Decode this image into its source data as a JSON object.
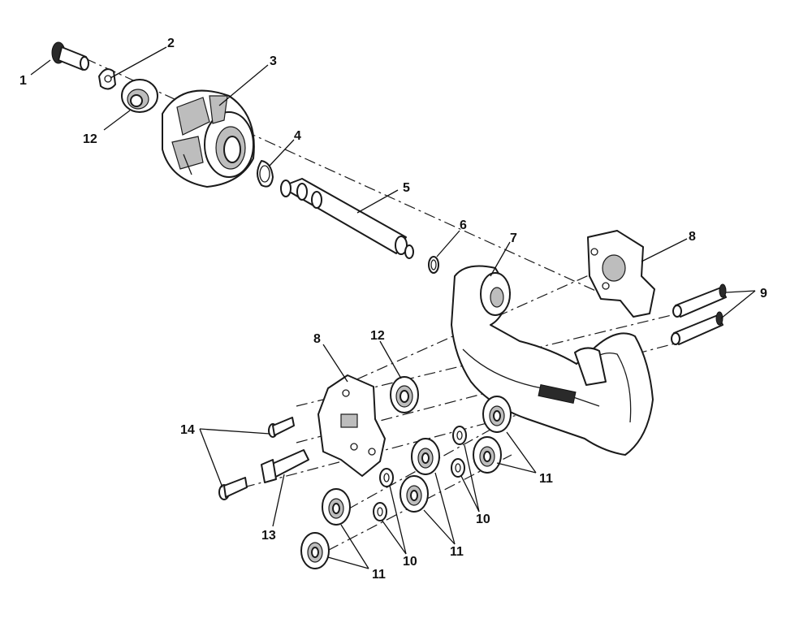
{
  "diagram": {
    "type": "exploded-parts-view",
    "callouts": [
      {
        "id": "c1",
        "label": "1"
      },
      {
        "id": "c2",
        "label": "2"
      },
      {
        "id": "c3",
        "label": "3"
      },
      {
        "id": "c4",
        "label": "4"
      },
      {
        "id": "c5",
        "label": "5"
      },
      {
        "id": "c6",
        "label": "6"
      },
      {
        "id": "c7",
        "label": "7"
      },
      {
        "id": "c8a",
        "label": "8"
      },
      {
        "id": "c8b",
        "label": "8"
      },
      {
        "id": "c9",
        "label": "9"
      },
      {
        "id": "c10a",
        "label": "10"
      },
      {
        "id": "c10b",
        "label": "10"
      },
      {
        "id": "c11a",
        "label": "11"
      },
      {
        "id": "c11b",
        "label": "11"
      },
      {
        "id": "c11c",
        "label": "11"
      },
      {
        "id": "c12a",
        "label": "12"
      },
      {
        "id": "c12b",
        "label": "12"
      },
      {
        "id": "c13",
        "label": "13"
      },
      {
        "id": "c14",
        "label": "14"
      }
    ]
  }
}
